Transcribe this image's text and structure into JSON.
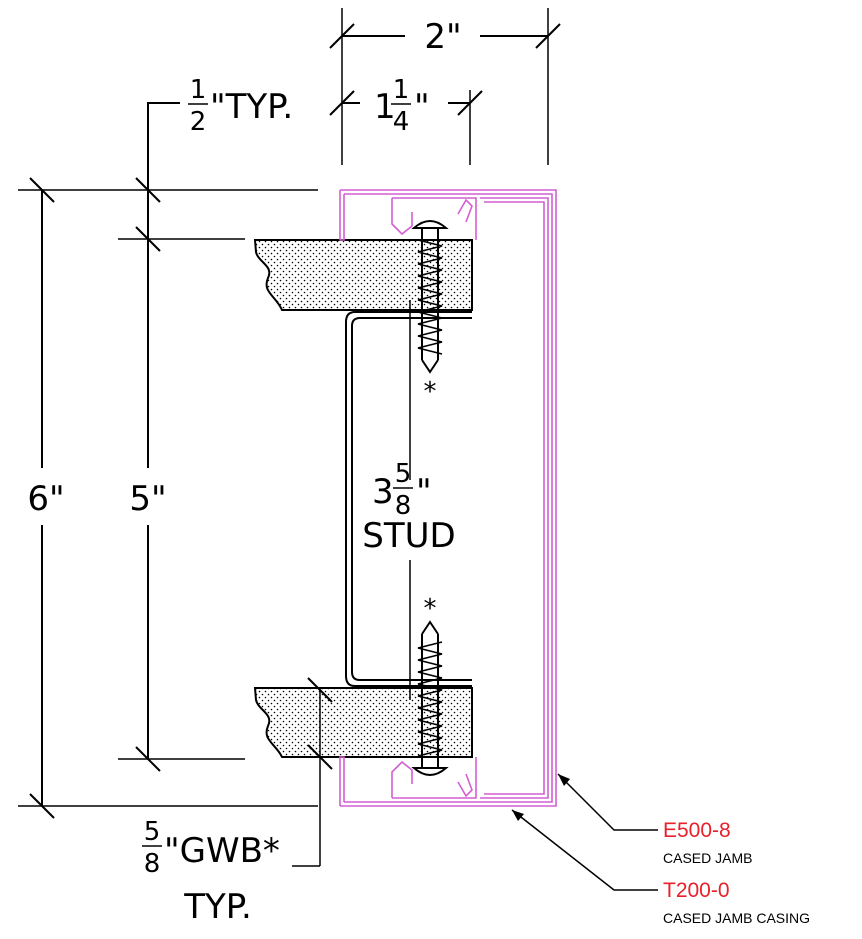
{
  "dimensions": {
    "overall_width": "2\"",
    "casing_width": {
      "whole": "1",
      "numerator": "1",
      "denominator": "4",
      "mark": "\""
    },
    "typ_offset": {
      "numerator": "1",
      "denominator": "2",
      "suffix": "\"TYP."
    },
    "overall_height": "6\"",
    "wall_height": "5\""
  },
  "stud": {
    "whole": "3",
    "numerator": "5",
    "denominator": "8",
    "mark": "\"",
    "label": "STUD"
  },
  "gwb": {
    "numerator": "5",
    "denominator": "8",
    "suffix": "\"GWB*",
    "typ": "TYP."
  },
  "screw_marks": {
    "top": "*",
    "bottom": "*"
  },
  "callouts": [
    {
      "code": "E500-8",
      "description": "CASED JAMB"
    },
    {
      "code": "T200-0",
      "description": "CASED JAMB CASING"
    }
  ],
  "colors": {
    "callout_code": "#e8212b",
    "jamb_outline": "#d35fd3",
    "line": "#000000"
  }
}
